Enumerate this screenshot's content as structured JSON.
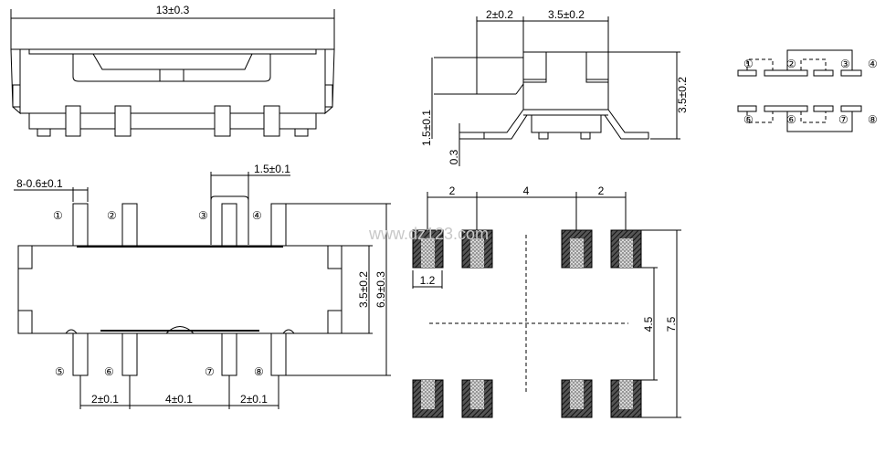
{
  "front_view": {
    "width_dim": "13±0.3"
  },
  "side_view": {
    "dim_depth": "2±0.2",
    "dim_body": "3.5±0.2",
    "dim_height": "3.5±0.2",
    "dim_pin_height": "1.5±0.1",
    "dim_thickness": "0.3"
  },
  "schematic": {
    "pins_top": [
      "①",
      "②",
      "③",
      "④"
    ],
    "pins_bottom": [
      "⑤",
      "⑥",
      "⑦",
      "⑧"
    ]
  },
  "bottom_view": {
    "pin_width": "8-0.6±0.1",
    "actuator_width": "1.5±0.1",
    "body_height": "3.5±0.2",
    "overall_height": "6.9±0.3",
    "pitch": [
      "2±0.1",
      "4±0.1",
      "2±0.1"
    ],
    "pins_top": [
      "①",
      "②",
      "③",
      "④"
    ],
    "pins_bottom": [
      "⑤",
      "⑥",
      "⑦",
      "⑧"
    ]
  },
  "footprint": {
    "pitch": [
      "2",
      "4",
      "2"
    ],
    "pad_width": "1.2",
    "inner_span": "4.5",
    "outer_span": "7.5"
  },
  "watermark": "www.dz123.com",
  "colors": {
    "pad_fill": "#333333",
    "pad_inner": "#bbbbbb"
  }
}
